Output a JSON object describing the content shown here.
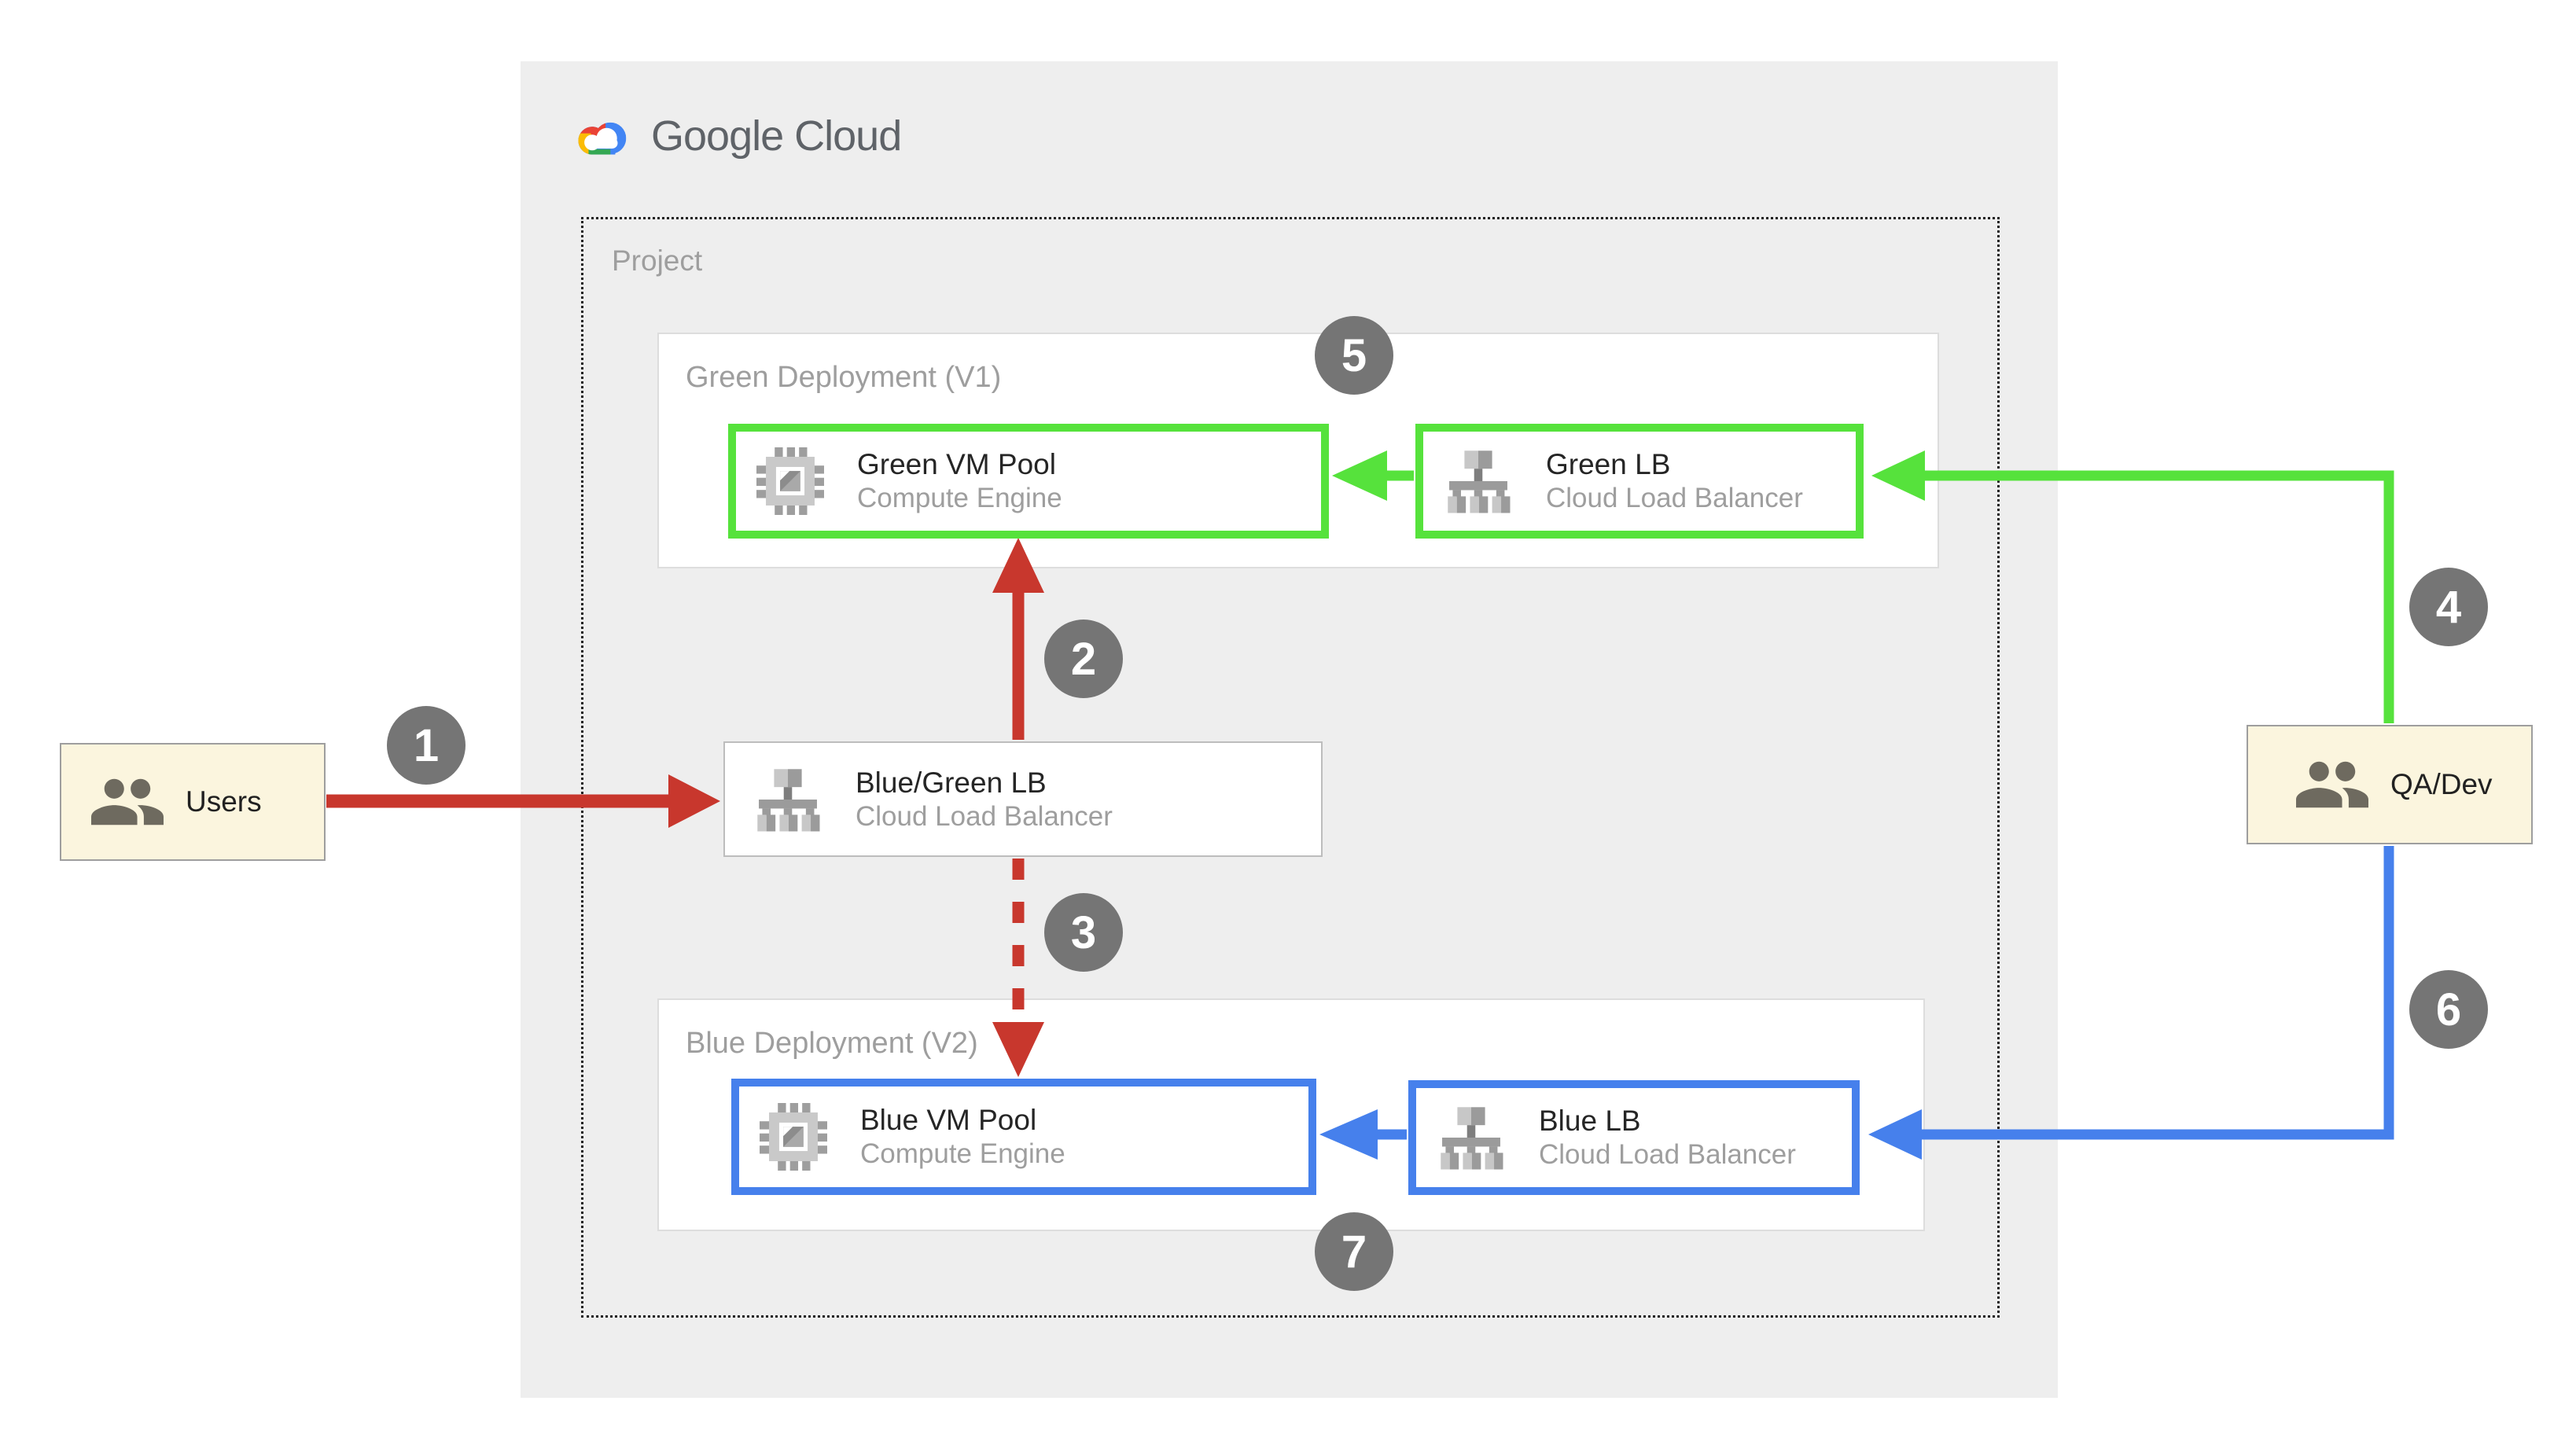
{
  "logo": {
    "text": "Google Cloud"
  },
  "project": {
    "label": "Project"
  },
  "green_deployment": {
    "label": "Green Deployment (V1)",
    "vm_pool": {
      "title": "Green VM Pool",
      "subtitle": "Compute Engine"
    },
    "lb": {
      "title": "Green LB",
      "subtitle": "Cloud Load Balancer"
    }
  },
  "blue_deployment": {
    "label": "Blue Deployment (V2)",
    "vm_pool": {
      "title": "Blue VM Pool",
      "subtitle": "Compute Engine"
    },
    "lb": {
      "title": "Blue LB",
      "subtitle": "Cloud Load Balancer"
    }
  },
  "bluegreen_lb": {
    "title": "Blue/Green LB",
    "subtitle": "Cloud Load Balancer"
  },
  "actors": {
    "users": {
      "label": "Users"
    },
    "qa": {
      "label": "QA/Dev"
    }
  },
  "steps": [
    "1",
    "2",
    "3",
    "4",
    "5",
    "6",
    "7"
  ],
  "colors": {
    "green": "#56E23C",
    "blue": "#4680EC",
    "red": "#C8372D",
    "step_badge": "#757575",
    "panel_bg": "#EEEEEE",
    "actor_bg": "#FBF5DE",
    "label_gray": "#9E9E9E",
    "title_dark": "#252525",
    "logo_text_gray": "#5F6368"
  }
}
